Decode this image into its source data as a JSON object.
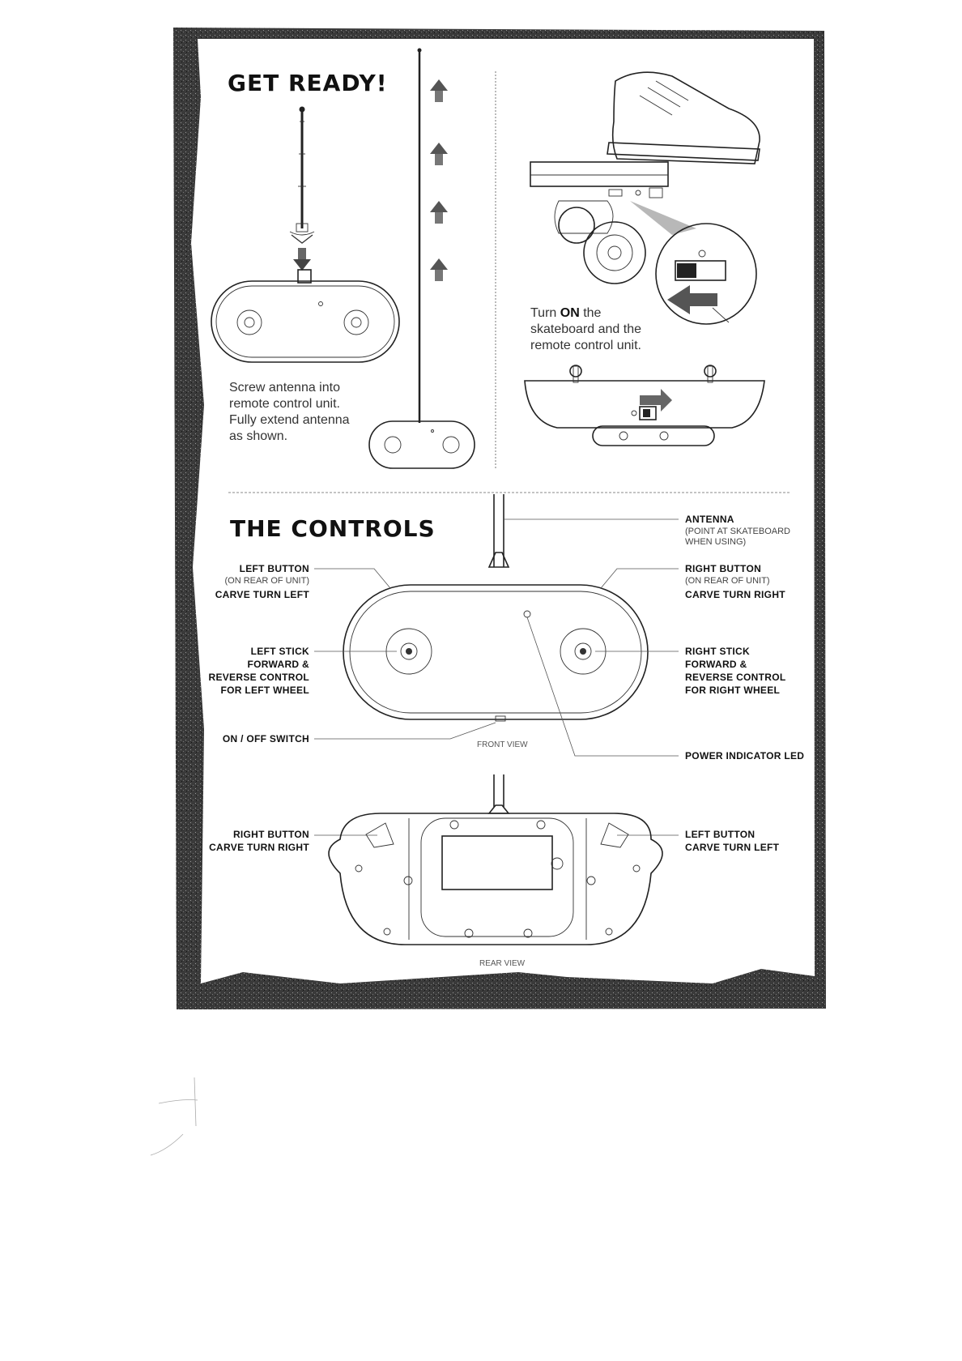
{
  "get_ready": {
    "heading": "GET READY!",
    "antenna_instructions": [
      "Screw antenna into",
      "remote control unit.",
      "Fully extend antenna",
      "as shown."
    ],
    "power_instructions": {
      "line1_prefix": "Turn ",
      "line1_bold": "ON",
      "line1_suffix": " the",
      "line2": "skateboard and the",
      "line3": "remote control unit."
    }
  },
  "controls": {
    "heading": "THE CONTROLS",
    "front_view_label": "FRONT VIEW",
    "rear_view_label": "REAR VIEW",
    "antenna": {
      "title": "ANTENNA",
      "sub": [
        "(POINT AT SKATEBOARD",
        "WHEN USING)"
      ]
    },
    "left_button_front": {
      "title": "LEFT BUTTON",
      "sub": "(ON REAR OF UNIT)",
      "action": "CARVE TURN LEFT"
    },
    "right_button_front": {
      "title": "RIGHT BUTTON",
      "sub": "(ON REAR OF UNIT)",
      "action": "CARVE TURN RIGHT"
    },
    "left_stick": [
      "LEFT STICK",
      "FORWARD &",
      "REVERSE CONTROL",
      "FOR LEFT WHEEL"
    ],
    "right_stick": [
      "RIGHT STICK",
      "FORWARD &",
      "REVERSE CONTROL",
      "FOR RIGHT WHEEL"
    ],
    "on_off_switch": "ON / OFF SWITCH",
    "power_led": "POWER INDICATOR LED",
    "right_button_rear": [
      "RIGHT BUTTON",
      "CARVE TURN RIGHT"
    ],
    "left_button_rear": [
      "LEFT BUTTON",
      "CARVE TURN LEFT"
    ]
  }
}
